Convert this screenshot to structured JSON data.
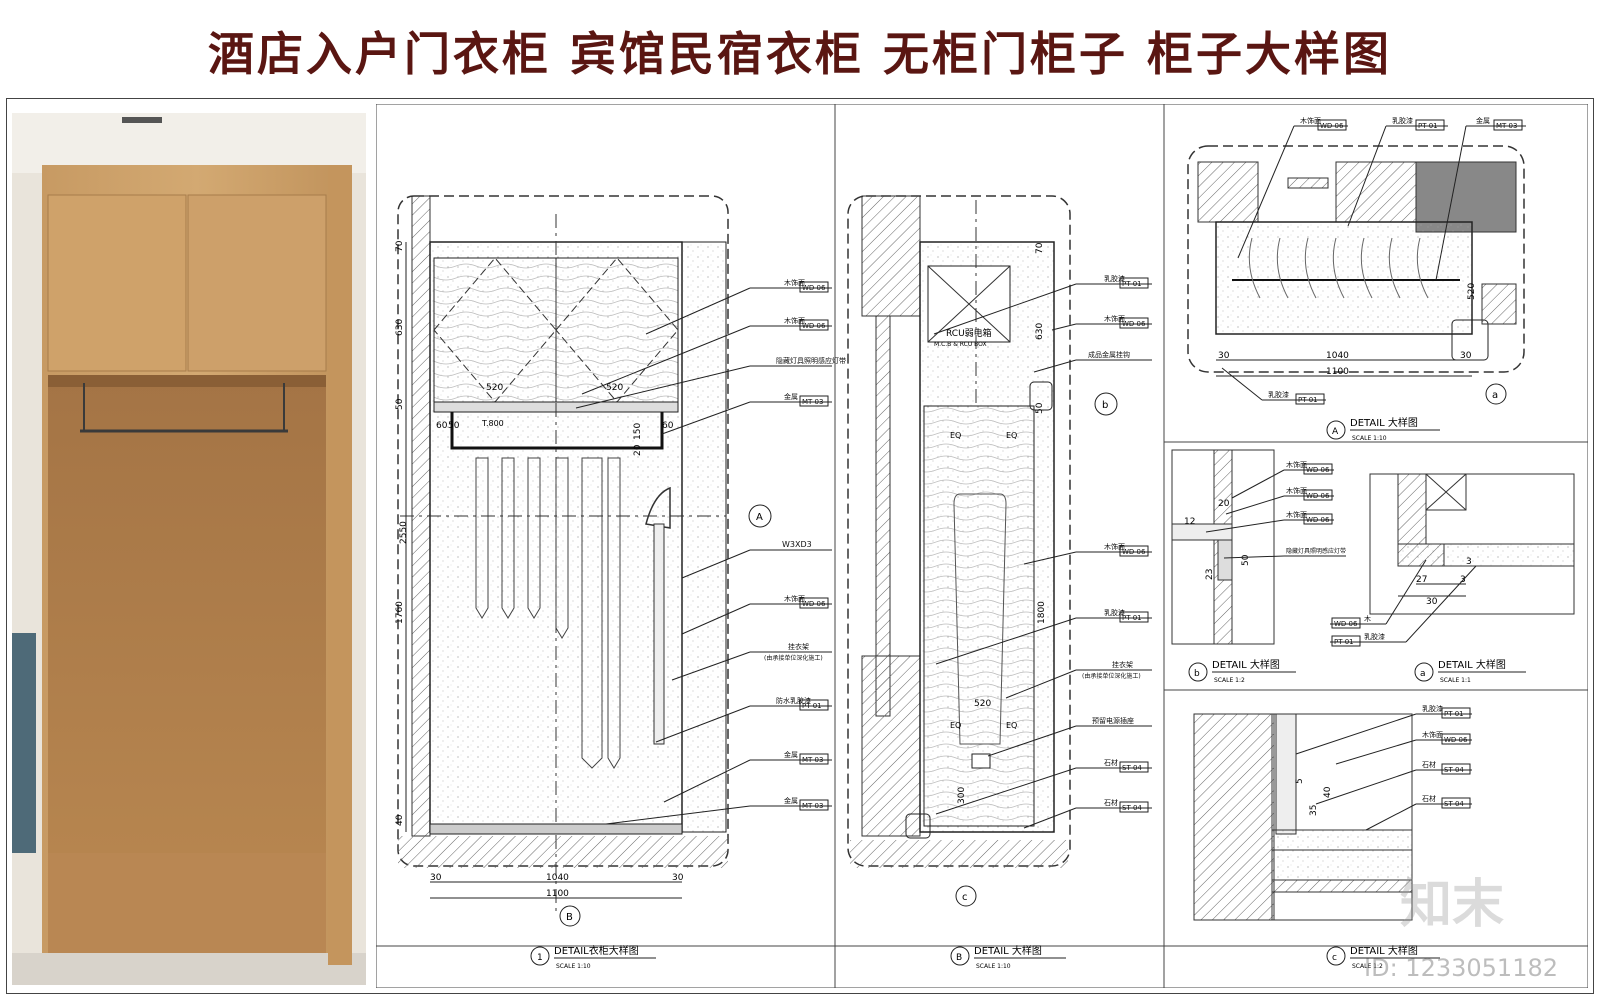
{
  "title": "酒店入户门衣柜  宾馆民宿衣柜  无柜门柜子  柜子大样图",
  "watermark_id": "ID: 1233051182",
  "logo_watermark": "知末",
  "detail1": {
    "num": "1",
    "label": "DETAIL衣柜大样图",
    "scale": "SCALE   1:10",
    "dims_vertical": [
      "70",
      "630",
      "50",
      "150",
      "20",
      "1760",
      "40"
    ],
    "dim_total_h": "2550",
    "dim_520_left": "520",
    "dim_520_right": "520",
    "dim_60_left": "60",
    "dim_50_left": "50",
    "dim_60_right": "60",
    "level": "T.800",
    "dim_1040": "1040",
    "dim_1100": "1100",
    "dim_30_left": "30",
    "dim_30_right": "30",
    "marker_A": "A",
    "marker_B": "B",
    "leaders": [
      {
        "text": "木饰面",
        "code": "WD 06"
      },
      {
        "text": "木饰面",
        "code": "WD 06"
      },
      {
        "text": "隐藏灯具照明感应灯带",
        "code": ""
      },
      {
        "text": "金属",
        "code": "MT 03"
      },
      {
        "text": "W3XD3",
        "code": ""
      },
      {
        "text": "木饰面",
        "code": "WD 06"
      },
      {
        "text": "挂衣架",
        "code": ""
      },
      {
        "text": "(由承接单位深化施工)",
        "code": ""
      },
      {
        "text": "防水乳胶漆",
        "code": "PT 01"
      },
      {
        "text": "金属",
        "code": "MT 03"
      },
      {
        "text": "金属",
        "code": "MT 03"
      }
    ]
  },
  "detailB": {
    "num": "B",
    "label": "DETAIL    大样图",
    "scale": "SCALE   1:10",
    "box_title": "RCU弱电箱",
    "box_sub": "M.C.B & RCU BOX",
    "dims_vertical": [
      "70",
      "630",
      "50",
      "1800",
      "300"
    ],
    "eq": "EQ",
    "dim_520": "520",
    "marker_b": "b",
    "marker_c": "c",
    "leaders": [
      {
        "text": "乳胶漆",
        "code": "PT 01"
      },
      {
        "text": "木饰面",
        "code": "WD 06"
      },
      {
        "text": "成品金属挂钩",
        "code": ""
      },
      {
        "text": "木饰面",
        "code": "WD 06"
      },
      {
        "text": "乳胶漆",
        "code": "PT 01"
      },
      {
        "text": "挂衣架",
        "code": ""
      },
      {
        "text": "(由承接单位深化施工)",
        "code": ""
      },
      {
        "text": "预留电源插座",
        "code": ""
      },
      {
        "text": "石材",
        "code": "ST 04"
      },
      {
        "text": "石材",
        "code": "ST 04"
      }
    ]
  },
  "detailA": {
    "num": "A",
    "label": "DETAIL    大样图",
    "scale": "SCALE   1:10",
    "dim_1040": "1040",
    "dim_1100": "1100",
    "dim_30_l": "30",
    "dim_30_r": "30",
    "dim_520": "520",
    "marker_a": "a",
    "leaders": [
      {
        "text": "木饰面",
        "code": "WD 06"
      },
      {
        "text": "乳胶漆",
        "code": "PT 01"
      },
      {
        "text": "金属",
        "code": "MT 03"
      },
      {
        "text": "乳胶漆",
        "code": "PT 01"
      }
    ]
  },
  "detailb": {
    "num": "b",
    "label": "DETAIL    大样图",
    "scale": "SCALE   1:2",
    "dims": [
      "20",
      "12",
      "23",
      "50"
    ],
    "leaders": [
      {
        "text": "木饰面",
        "code": "WD 06"
      },
      {
        "text": "木饰面",
        "code": "WD 06"
      },
      {
        "text": "木饰面",
        "code": "WD 06"
      },
      {
        "text": "隐藏灯具照明感应灯带",
        "code": ""
      }
    ]
  },
  "detaila": {
    "num": "a",
    "label": "DETAIL    大样图",
    "scale": "SCALE   1:1",
    "dims": [
      "27",
      "3",
      "30",
      "3"
    ],
    "leaders": [
      {
        "text": "木",
        "code": "WD 06"
      },
      {
        "text": "乳胶漆",
        "code": "PT 01"
      }
    ]
  },
  "detailc": {
    "num": "c",
    "label": "DETAIL    大样图",
    "scale": "SCALE   1:2",
    "dims": [
      "5",
      "40",
      "35"
    ],
    "leaders": [
      {
        "text": "乳胶漆",
        "code": "PT 01"
      },
      {
        "text": "木饰面",
        "code": "WD 06"
      },
      {
        "text": "石材",
        "code": "ST 04"
      },
      {
        "text": "石材",
        "code": "ST 04"
      }
    ]
  }
}
